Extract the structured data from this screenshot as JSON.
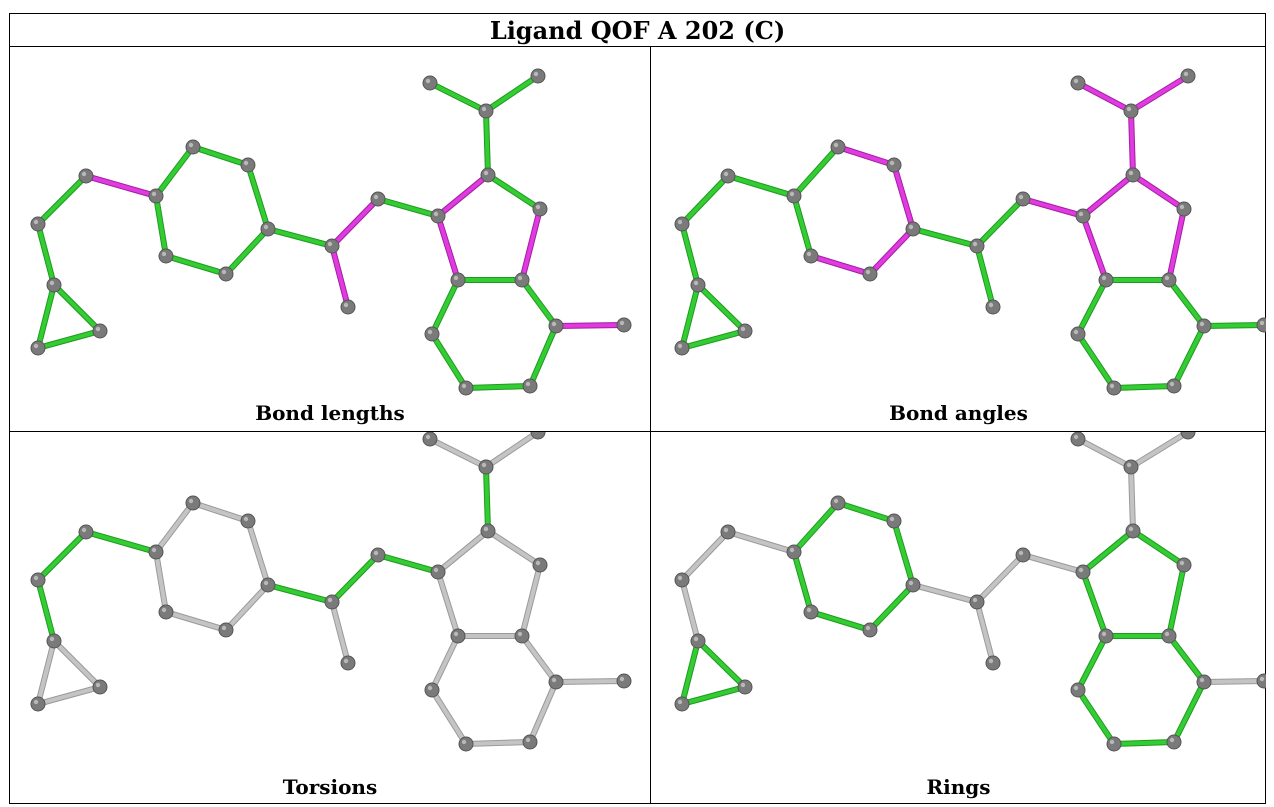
{
  "title": "Ligand QOF A 202 (C)",
  "panels": [
    {
      "caption": "Bond lengths"
    },
    {
      "caption": "Bond angles"
    },
    {
      "caption": "Torsions"
    },
    {
      "caption": "Rings"
    }
  ],
  "colors": {
    "ok": "#33cc33",
    "outlier": "#e03ae0",
    "unassessed": "#c4c4c4",
    "atom": "#7a7a7a"
  }
}
